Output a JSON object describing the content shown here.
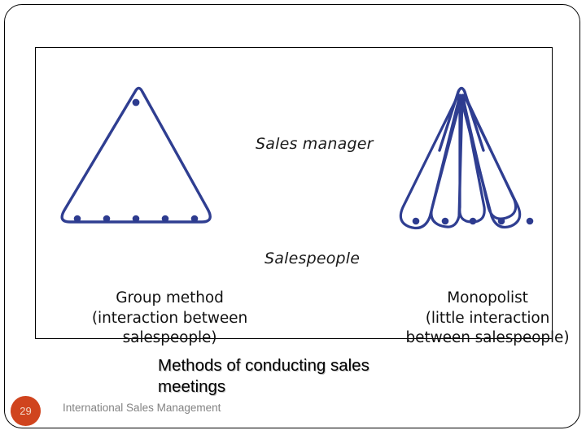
{
  "slide": {
    "page_number": "29",
    "footer_text": "International Sales Management",
    "title_line1": "Methods of conducting sales",
    "title_line2": "meetings"
  },
  "diagram": {
    "center_labels": {
      "top": "Sales manager",
      "bottom": "Salespeople"
    },
    "left_figure": {
      "shape": "rounded-triangle",
      "manager_dots": 1,
      "salespeople_dots": 5,
      "caption_line1": "Group method",
      "caption_line2": "(interaction between",
      "caption_line3": "salespeople)"
    },
    "right_figure": {
      "shape": "fan-of-petals",
      "manager_dots": 1,
      "salespeople_dots": 5,
      "petals": 5,
      "caption_line1": "Monopolist",
      "caption_line2": "(little interaction",
      "caption_line3": "between salespeople)"
    },
    "colors": {
      "stroke": "#2f3e91",
      "dot": "#2d3b8f",
      "box_border": "#000000",
      "badge": "#d0441e",
      "footer_text": "#838383"
    }
  }
}
